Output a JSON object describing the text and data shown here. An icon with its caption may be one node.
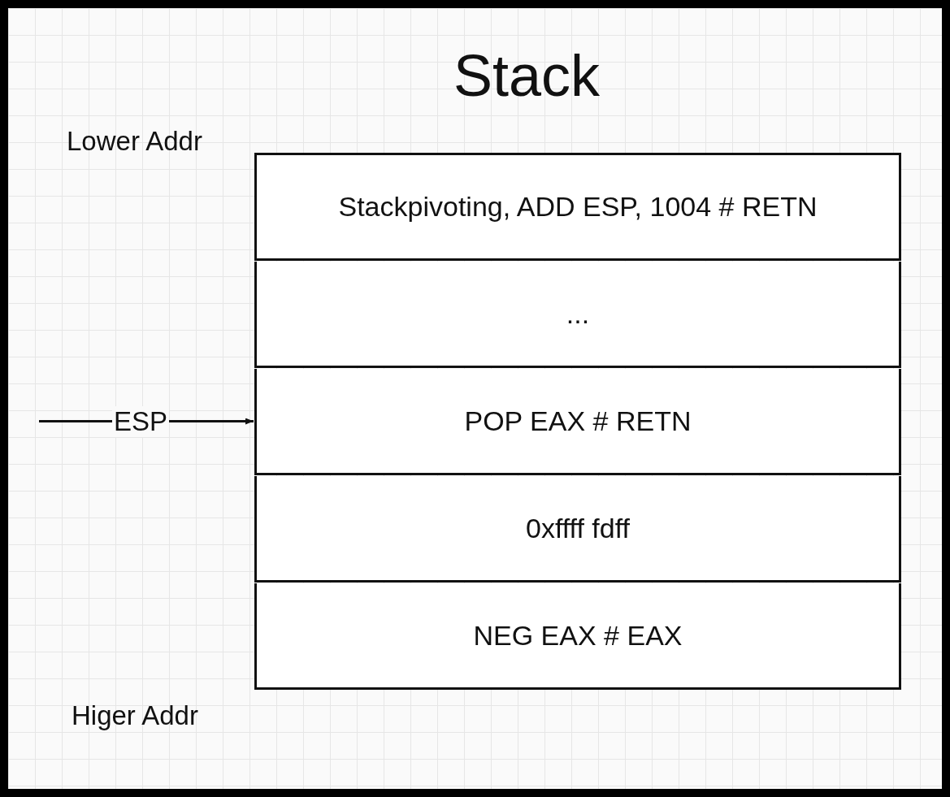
{
  "diagram": {
    "title": "Stack",
    "nodes": [
      {
        "text": [
          "Stackpivoting, ADD ESP, 1004 # RETN"
        ]
      },
      {
        "text": [
          "..."
        ]
      },
      {
        "text": [
          "POP EAX # RETN"
        ]
      },
      {
        "text": [
          "0xffff fdff"
        ]
      },
      {
        "text": [
          "NEG EAX # EAX"
        ]
      }
    ],
    "edges": [
      {
        "from": null,
        "to": 2,
        "arrow": "to",
        "label": "ESP"
      }
    ],
    "labels": [
      "Lower Addr",
      "Higer Addr"
    ]
  }
}
